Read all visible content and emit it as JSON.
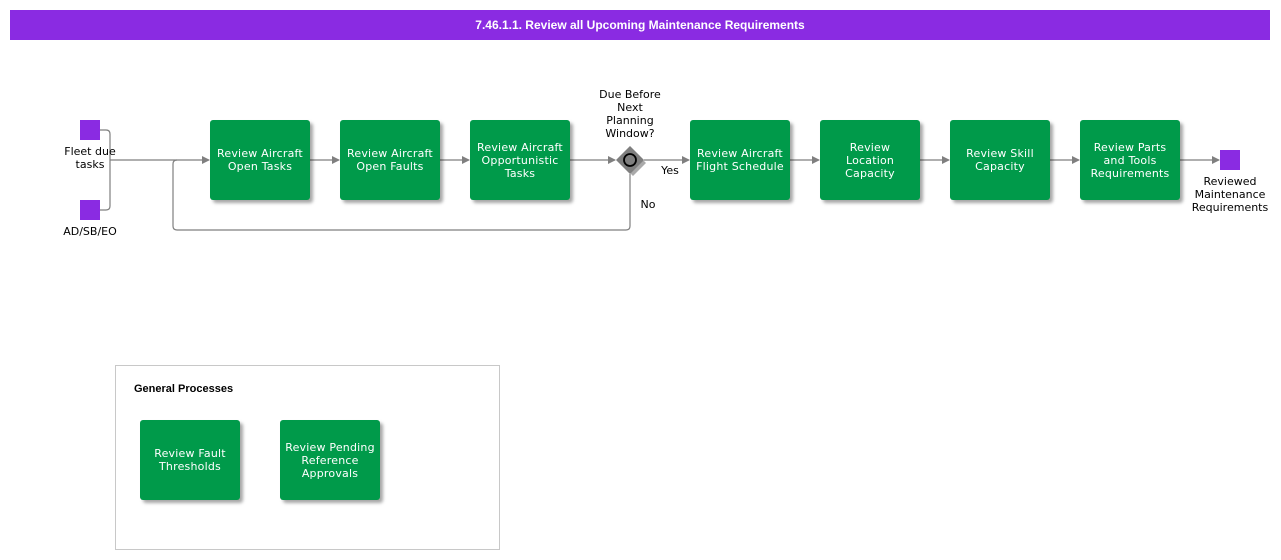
{
  "header": {
    "title": "7.46.1.1. Review all Upcoming Maintenance Requirements"
  },
  "colors": {
    "banner": "#8a2be2",
    "task": "#009a4a",
    "event": "#8a2be2",
    "gateway": "#7f7f7f",
    "connector": "#7f7f7f"
  },
  "events": {
    "start_fleet": "Fleet due tasks",
    "start_adsb": "AD/SB/EO",
    "end": "Reviewed Maintenance Requirements"
  },
  "tasks": {
    "open_tasks": "Review Aircraft Open Tasks",
    "open_faults": "Review Aircraft Open Faults",
    "opportunistic": "Review Aircraft Opportunistic Tasks",
    "flight_schedule": "Review Aircraft Flight Schedule",
    "location_capacity": "Review Location Capacity",
    "skill_capacity": "Review Skill Capacity",
    "parts_tools": "Review Parts and Tools Requirements"
  },
  "gateway": {
    "question": "Due Before Next Planning Window?",
    "yes": "Yes",
    "no": "No"
  },
  "general_processes": {
    "title": "General Processes",
    "fault_thresholds": "Review Fault Thresholds",
    "pending_approvals": "Review Pending Reference Approvals"
  }
}
